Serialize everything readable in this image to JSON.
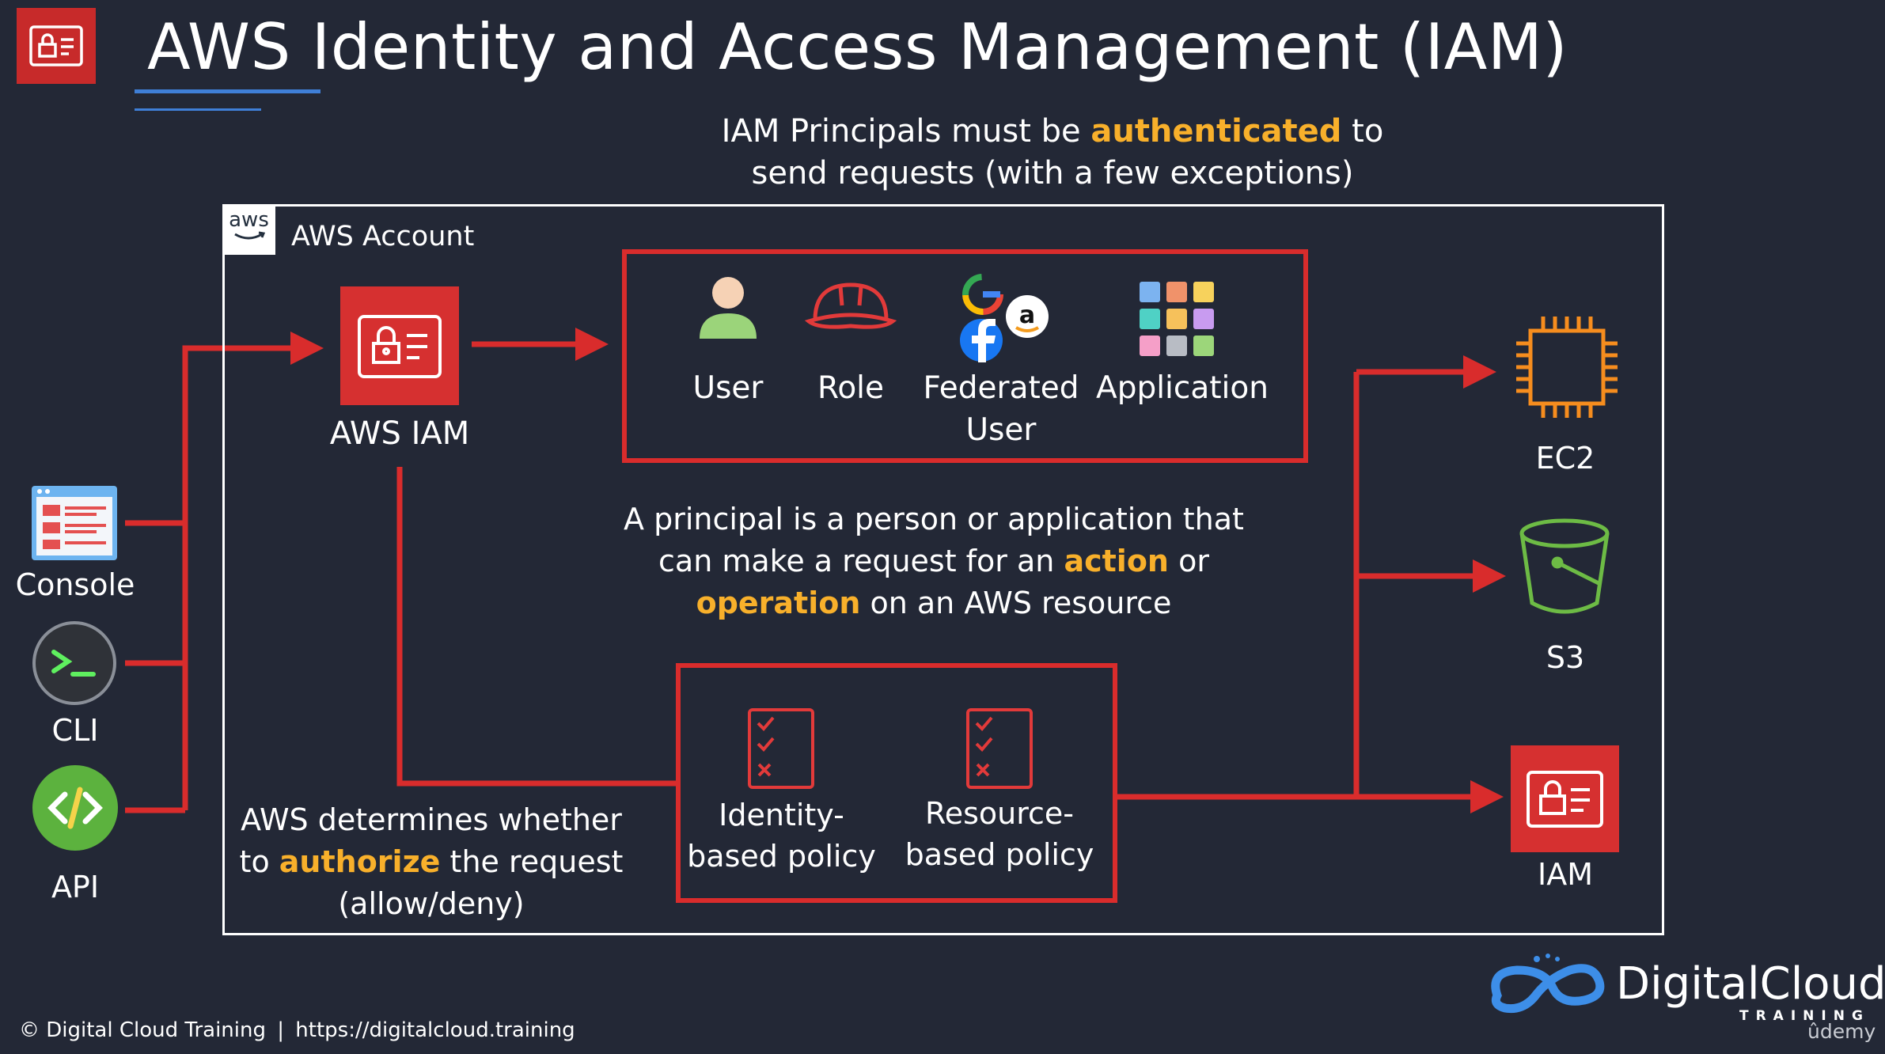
{
  "slide": {
    "title": "AWS Identity and Access Management (IAM)",
    "intro": {
      "line1_before": "IAM Principals must be ",
      "line1_highlight": "authenticated",
      "line1_after": " to",
      "line2": "send requests (with a few exceptions)"
    },
    "account_label": "AWS Account",
    "aws_badge": "aws",
    "iam_service_label": "AWS IAM",
    "principals": [
      {
        "label": "User",
        "icon": "user-icon"
      },
      {
        "label": "Role",
        "icon": "hard-hat-icon"
      },
      {
        "label": "Federated\nUser",
        "icon": "federated-identity-icon"
      },
      {
        "label": "Application",
        "icon": "application-grid-icon"
      }
    ],
    "principal_description": {
      "line1": "A principal is a person or application that",
      "line2_before": "can make a request for an ",
      "line2_highlight": "action",
      "line2_after": " or",
      "line3_highlight": "operation",
      "line3_after": " on an AWS resource"
    },
    "policies": [
      {
        "label": "Identity-\nbased policy",
        "icon": "checklist-icon"
      },
      {
        "label": "Resource-\nbased policy",
        "icon": "checklist-icon"
      }
    ],
    "authorization": {
      "line1": "AWS determines whether",
      "line2_before": "to ",
      "line2_highlight": "authorize",
      "line2_after": " the request",
      "line3": "(allow/deny)"
    },
    "clients": [
      {
        "label": "Console",
        "icon": "browser-console-icon"
      },
      {
        "label": "CLI",
        "icon": "terminal-icon"
      },
      {
        "label": "API",
        "icon": "code-brackets-icon"
      }
    ],
    "resources": [
      {
        "label": "EC2",
        "icon": "chip-icon"
      },
      {
        "label": "S3",
        "icon": "bucket-icon"
      },
      {
        "label": "IAM",
        "icon": "iam-icon"
      }
    ],
    "footer": {
      "copyright": "© Digital Cloud Training",
      "separator": "|",
      "url": "https://digitalcloud.training"
    },
    "brand": {
      "name": "DigitalCloud",
      "subtitle": "TRAINING",
      "platform": "ûdemy"
    },
    "colors": {
      "background": "#232836",
      "accent_red": "#d92c2c",
      "highlight": "#f8b02b",
      "ec2": "#f68d1e",
      "s3": "#6dbb45"
    }
  }
}
